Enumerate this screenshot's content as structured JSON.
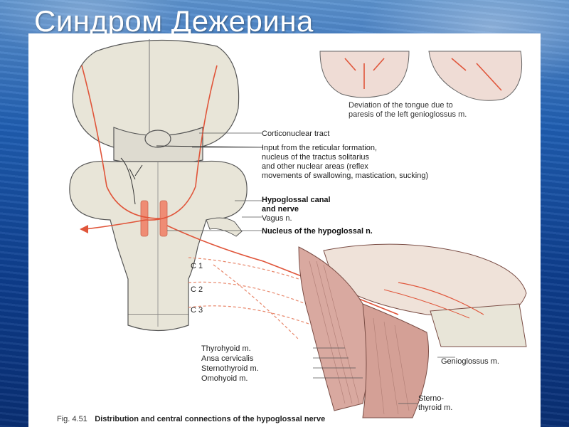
{
  "slide": {
    "title": "Синдром Дежерина"
  },
  "figure": {
    "tongue_caption_1": "Deviation of the tongue due to",
    "tongue_caption_2": "paresis of the left genioglossus m.",
    "labels": {
      "corticonuclear_tract": "Corticonuclear tract",
      "input_line_1": "Input from the reticular formation,",
      "input_line_2": "nucleus of the tractus solitarius",
      "input_line_3": "and other nuclear areas (reflex",
      "input_line_4": "movements of swallowing, mastication, sucking)",
      "canal_line_1": "Hypoglossal canal",
      "canal_line_2": "and nerve",
      "vagus": "Vagus n.",
      "nucleus": "Nucleus of the hypoglossal n.",
      "c1": "C 1",
      "c2": "C 2",
      "c3": "C 3",
      "thyrohyoid": "Thyrohyoid m.",
      "ansa": "Ansa cervicalis",
      "sternothyroid": "Sternothyroid m.",
      "omohyoid": "Omohyoid m.",
      "genioglossus": "Genioglossus m.",
      "sterno_1": "Sterno-",
      "sterno_2": "thyroid m."
    },
    "caption_fig": "Fig. 4.51",
    "caption_text": "Distribution and central connections of the hypoglossal nerve",
    "colors": {
      "tract": "#e0553a",
      "tissue": "#e8e5d8",
      "muscle": "#d9a9a0",
      "outline": "#555555"
    }
  }
}
